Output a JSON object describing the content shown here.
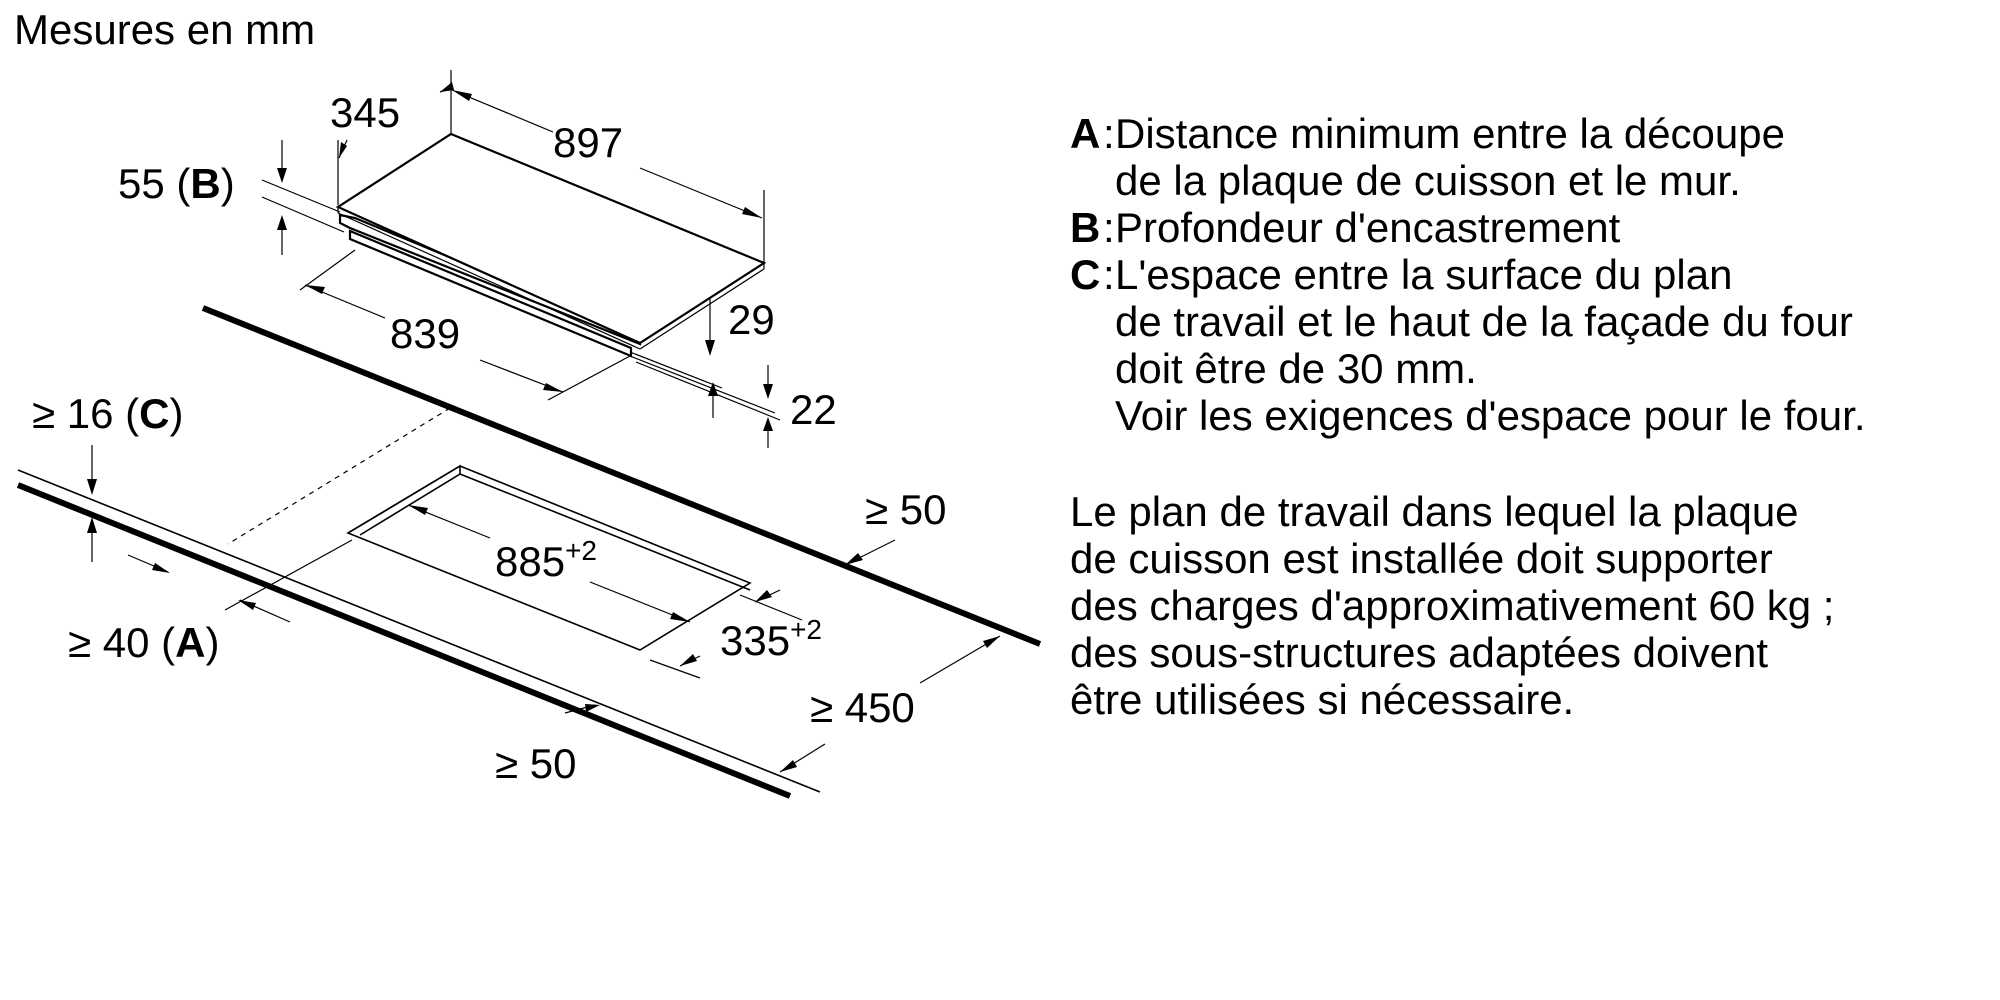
{
  "title": "Mesures en mm",
  "dimensions": {
    "hob_depth": "345",
    "hob_width": "897",
    "hob_inner_width": "839",
    "embed_depth": "55",
    "embed_depth_key": "B",
    "frame_height_1": "29",
    "frame_height_2": "22",
    "clearance_c_prefix": "≥ 16",
    "clearance_c_key": "C",
    "cutout_width": "885",
    "cutout_width_tol": "+2",
    "cutout_depth": "335",
    "cutout_depth_tol": "+2",
    "clearance_a_prefix": "≥ 40",
    "clearance_a_key": "A",
    "back_edge_min": "≥ 50",
    "front_edge_min": "≥ 50",
    "worktop_depth_min": "≥ 450"
  },
  "legend": [
    {
      "key": "A",
      "text": "Distance minimum entre la découpe\nde la plaque de cuisson et le mur."
    },
    {
      "key": "B",
      "text": "Profondeur d'encastrement"
    },
    {
      "key": "C",
      "text": "L'espace entre la surface du plan\nde travail et le haut de la façade du four\ndoit être de 30 mm.\nVoir les exigences d'espace pour le four."
    }
  ],
  "note": "Le plan de travail dans lequel la plaque\nde cuisson est installée doit supporter\ndes charges d'approximativement 60 kg ;\ndes sous-structures adaptées doivent\nêtre utilisées si nécessaire."
}
